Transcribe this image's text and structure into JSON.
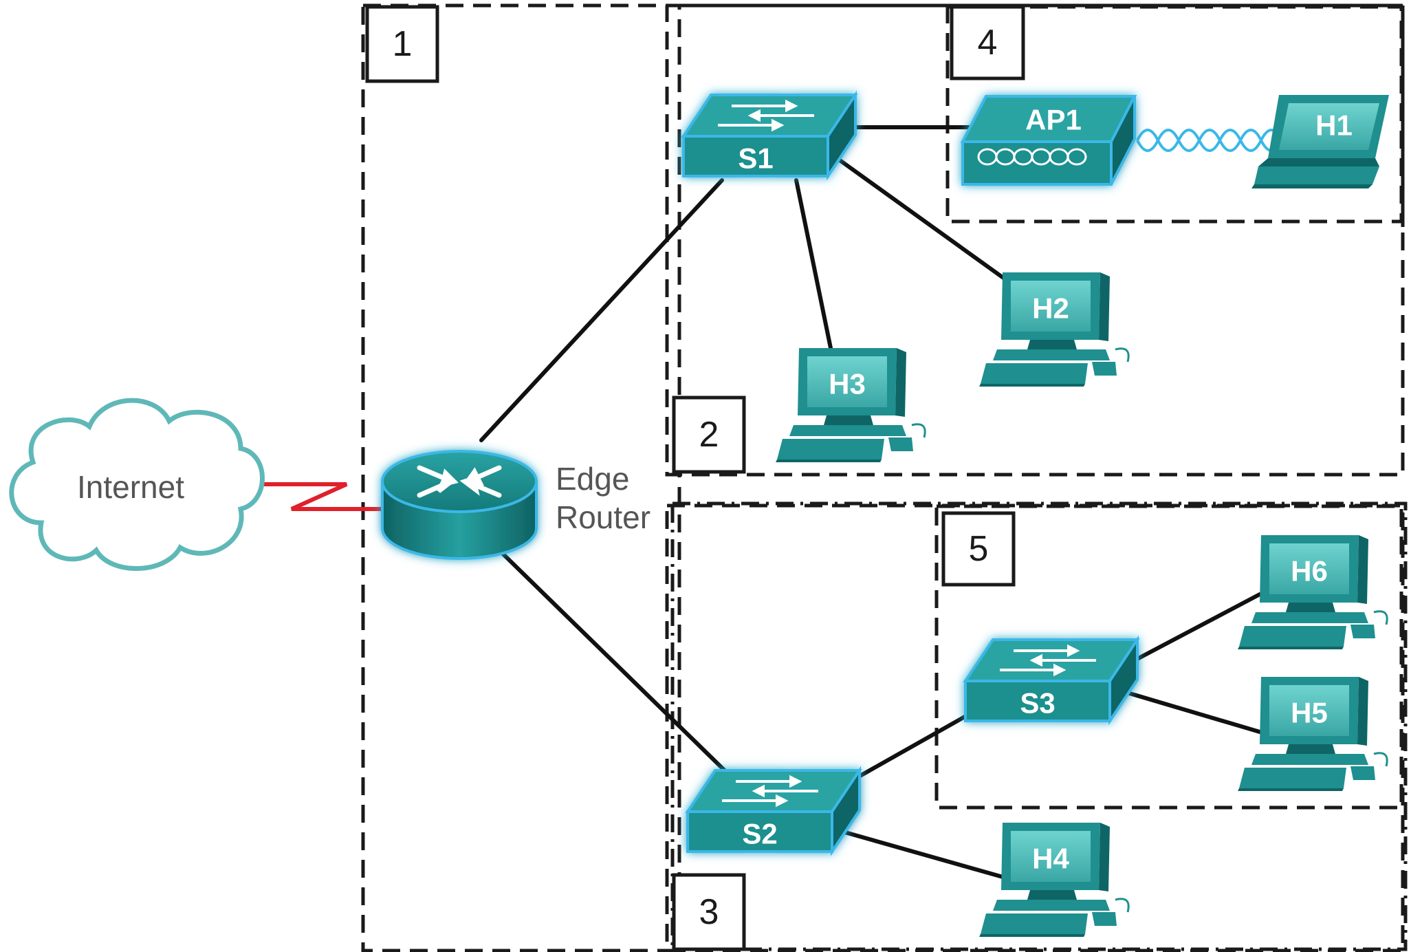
{
  "colors": {
    "device": "#1f8f8f",
    "device_dark": "#0f6565",
    "device_light": "#5ec7c3",
    "glow": "#3ab8e8",
    "serial_link": "#e0202a",
    "cloud": "#5fb8b8"
  },
  "zones": [
    "1",
    "2",
    "3",
    "4",
    "5"
  ],
  "cloud": {
    "label": "Internet",
    "icon": "cloud-icon"
  },
  "router": {
    "label_line1": "Edge",
    "label_line2": "Router",
    "icon": "router-icon"
  },
  "switches": [
    {
      "label": "S1",
      "icon": "switch-icon"
    },
    {
      "label": "S2",
      "icon": "switch-icon"
    },
    {
      "label": "S3",
      "icon": "switch-icon"
    }
  ],
  "access_point": {
    "label": "AP1",
    "icon": "access-point-icon"
  },
  "laptop": {
    "label": "H1",
    "icon": "laptop-icon"
  },
  "hosts": [
    {
      "label": "H2",
      "icon": "desktop-pc-icon"
    },
    {
      "label": "H3",
      "icon": "desktop-pc-icon"
    },
    {
      "label": "H4",
      "icon": "desktop-pc-icon"
    },
    {
      "label": "H5",
      "icon": "desktop-pc-icon"
    },
    {
      "label": "H6",
      "icon": "desktop-pc-icon"
    }
  ]
}
